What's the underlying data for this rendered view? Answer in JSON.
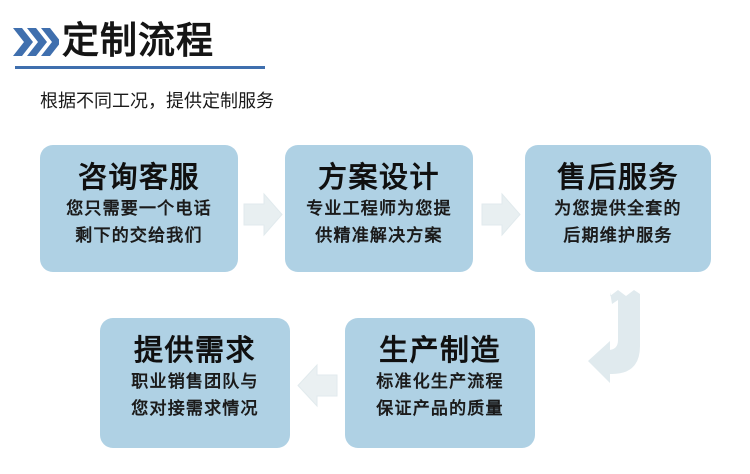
{
  "header": {
    "icon": "double-chevron-right-icon",
    "title": "定制流程",
    "subtitle": "根据不同工况，提供定制服务",
    "accent_color": "#3f6fae",
    "title_color": "#151515"
  },
  "theme": {
    "box_fill": "#afd1e4",
    "arrow_fill": "#e3ecef",
    "background": "#ffffff"
  },
  "flow": {
    "steps": [
      {
        "id": "consult",
        "title": "咨询客服",
        "desc_line1": "您只需要一个电话",
        "desc_line2": "剩下的交给我们"
      },
      {
        "id": "design",
        "title": "方案设计",
        "desc_line1": "专业工程师为您提",
        "desc_line2": "供精准解决方案"
      },
      {
        "id": "aftersale",
        "title": "售后服务",
        "desc_line1": "为您提供全套的",
        "desc_line2": "后期维护服务"
      },
      {
        "id": "demand",
        "title": "提供需求",
        "desc_line1": "职业销售团队与",
        "desc_line2": "您对接需求情况"
      },
      {
        "id": "produce",
        "title": "生产制造",
        "desc_line1": "标准化生产流程",
        "desc_line2": "保证产品的质量"
      }
    ],
    "connectors": [
      {
        "id": "consult-to-design",
        "icon": "arrow-right-icon"
      },
      {
        "id": "design-to-aftersale",
        "icon": "arrow-right-icon"
      },
      {
        "id": "produce-to-demand",
        "icon": "arrow-left-icon"
      },
      {
        "id": "aftersale-to-produce",
        "icon": "arrow-bend-down-left-icon"
      }
    ]
  }
}
